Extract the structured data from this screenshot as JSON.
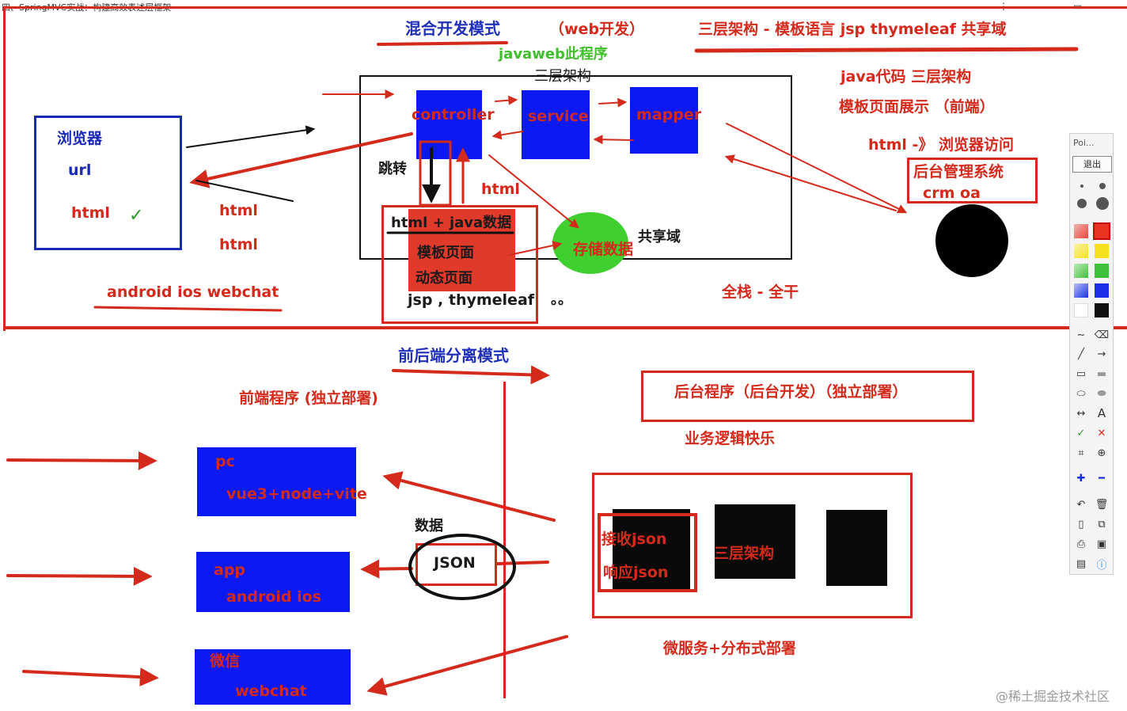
{
  "window": {
    "title": "四、SpringMVC实战：构建高效表述层框架",
    "controls": [
      "⋮",
      "▭"
    ]
  },
  "watermarks": {
    "bottom_right": "@稀土掘金技术社区"
  },
  "top_section": {
    "title": "混合开发模式",
    "web_dev": "（web开发）",
    "javaweb_label": "javaweb此程序",
    "three_tier_top": "三层架构",
    "right_title": "三层架构 - 模板语言 jsp thymeleaf   共享域",
    "browser": {
      "title": "浏览器",
      "url": "url",
      "html": "html",
      "check": "✓"
    },
    "html_label_1": "html",
    "html_label_2": "html",
    "html_label_3": "html",
    "clients": "android  ios webchat",
    "controller": "controller",
    "service": "service",
    "mapper": "mapper",
    "jump": "跳转",
    "template_box": {
      "line1": "html + java数据",
      "line2": "模板页面",
      "line3": "动态页面",
      "line4": "jsp , thymeleaf"
    },
    "dots": "。。",
    "storage": "存储数据",
    "shared_domain": "共享域",
    "notes": {
      "java_code": "java代码 三层架构",
      "template_show": "模板页面展示 （前端）",
      "html_browser": "html -》 浏览器访问",
      "admin_system": "后台管理系统",
      "crm": "crm oa",
      "full_stack": "全栈  - 全干"
    }
  },
  "bottom_section": {
    "title": "前后端分离模式",
    "frontend": "前端程序 (独立部署)",
    "backend": "后台程序（后台开发）（独立部署）",
    "logic": "业务逻辑快乐",
    "pc": {
      "line1": "pc",
      "line2": "vue3+node+vite"
    },
    "app": {
      "line1": "app",
      "line2": "android ios"
    },
    "wechat": {
      "line1": "微信",
      "line2": "webchat"
    },
    "data_label": "数据",
    "json": "JSON",
    "recv_json": "接收json",
    "resp_json": "响应json",
    "three_tier": "三层架构",
    "micro": "微服务+分布式部署"
  },
  "toolbar": {
    "title": "Poi...",
    "exit": "退出",
    "text_tool": "A",
    "colors": [
      "#e8453c",
      "#f5e11d",
      "#3ec13a",
      "#1a2ee8",
      "#111111",
      "#ffffff"
    ]
  }
}
